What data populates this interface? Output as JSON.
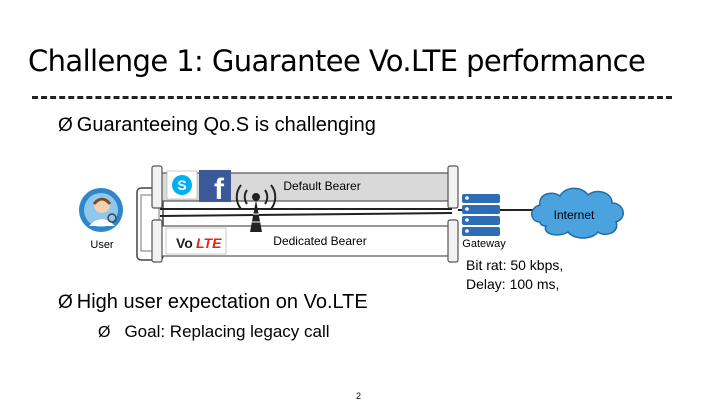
{
  "slide": {
    "title": "Challenge 1: Guarantee Vo.LTE performance",
    "bullets": [
      {
        "marker": "Ø",
        "text": "Guaranteeing Qo.S is challenging"
      },
      {
        "marker": "Ø",
        "text": "High user expectation on Vo.LTE"
      }
    ],
    "sub_bullet": {
      "marker": "Ø",
      "text": "Goal: Replacing legacy call"
    },
    "page_number": "2"
  },
  "diagram": {
    "user_label": "User",
    "default_bearer_label": "Default Bearer",
    "dedicated_bearer_label": "Dedicated Bearer",
    "gateway_label": "Gateway",
    "internet_label": "Internet",
    "app_logos": {
      "skype": "S",
      "facebook": "f",
      "volte_prefix": "Vo",
      "volte_suffix": "LTE"
    },
    "qos_note": [
      "Bit rat: 50 kbps,",
      "Delay: 100 ms,"
    ],
    "colors": {
      "bearer_fill": "#d9d9d9",
      "cloud": "#4aa3df",
      "server": "#2e6db4",
      "skype": "#00aff0",
      "facebook": "#3b5998",
      "volte_red": "#e2231a"
    }
  }
}
